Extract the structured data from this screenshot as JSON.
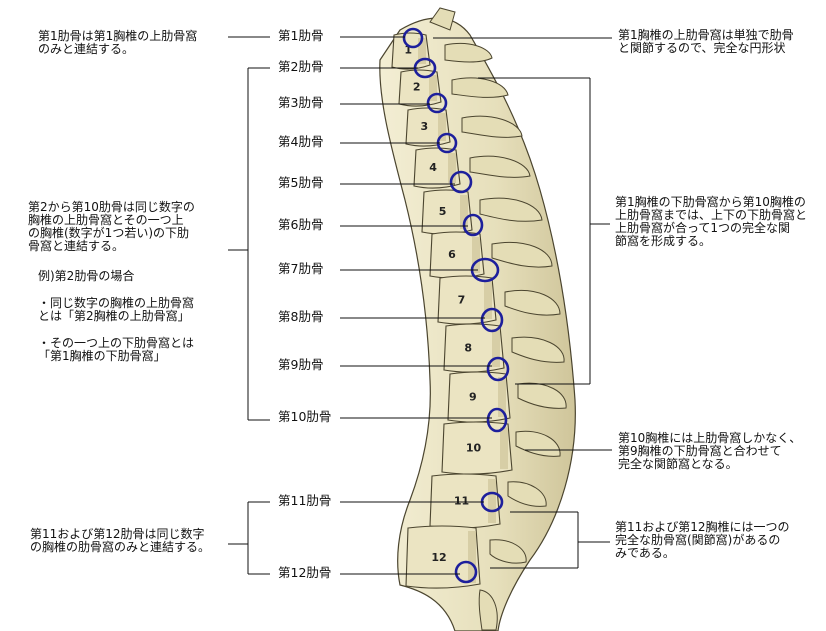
{
  "ribs": [
    {
      "id": "rib-1",
      "label": "第1肋骨"
    },
    {
      "id": "rib-2",
      "label": "第2肋骨"
    },
    {
      "id": "rib-3",
      "label": "第3肋骨"
    },
    {
      "id": "rib-4",
      "label": "第4肋骨"
    },
    {
      "id": "rib-5",
      "label": "第5肋骨"
    },
    {
      "id": "rib-6",
      "label": "第6肋骨"
    },
    {
      "id": "rib-7",
      "label": "第7肋骨"
    },
    {
      "id": "rib-8",
      "label": "第8肋骨"
    },
    {
      "id": "rib-9",
      "label": "第9肋骨"
    },
    {
      "id": "rib-10",
      "label": "第10肋骨"
    },
    {
      "id": "rib-11",
      "label": "第11肋骨"
    },
    {
      "id": "rib-12",
      "label": "第12肋骨"
    }
  ],
  "vertebrae": [
    "1",
    "2",
    "3",
    "4",
    "5",
    "6",
    "7",
    "8",
    "9",
    "10",
    "11",
    "12"
  ],
  "notes": {
    "left_rib1": "第1肋骨は第1胸椎の上肋骨窩\nのみと連結する。",
    "left_rib2_10": "第2から第10肋骨は同じ数字の\n胸椎の上肋骨窩とその一つ上\nの胸椎(数字が1つ若い)の下肋\n骨窩と連結する。",
    "example_title": "例)第2肋骨の場合",
    "example_item1": "・同じ数字の胸椎の上肋骨窩\nとは「第2胸椎の上肋骨窩」",
    "example_item2": "・その一つ上の下肋骨窩とは\n「第1胸椎の下肋骨窩」",
    "left_rib11_12": "第11および第12肋骨は同じ数字\nの胸椎の肋骨窩のみと連結する。",
    "right_t1_upper": "第1胸椎の上肋骨窩は単独で肋骨\nと関節するので、完全な円形状",
    "right_t1_t10": "第1胸椎の下肋骨窩から第10胸椎の\n上肋骨窩までは、上下の下肋骨窩と\n上肋骨窩が合って1つの完全な関\n節窩を形成する。",
    "right_t10": "第10胸椎には上肋骨窩しかなく、\n第9胸椎の下肋骨窩と合わせて\n完全な関節窩となる。",
    "right_t11_12": "第11および第12胸椎には一つの\n完全な肋骨窩(関節窩)があるの\nみである。"
  },
  "colors": {
    "bone_fill": "#ece6c6",
    "bone_shadow": "#c9bf93",
    "bone_outline": "#4b452f",
    "facet_circle": "#1d1f9c",
    "leader_line": "#111111"
  }
}
